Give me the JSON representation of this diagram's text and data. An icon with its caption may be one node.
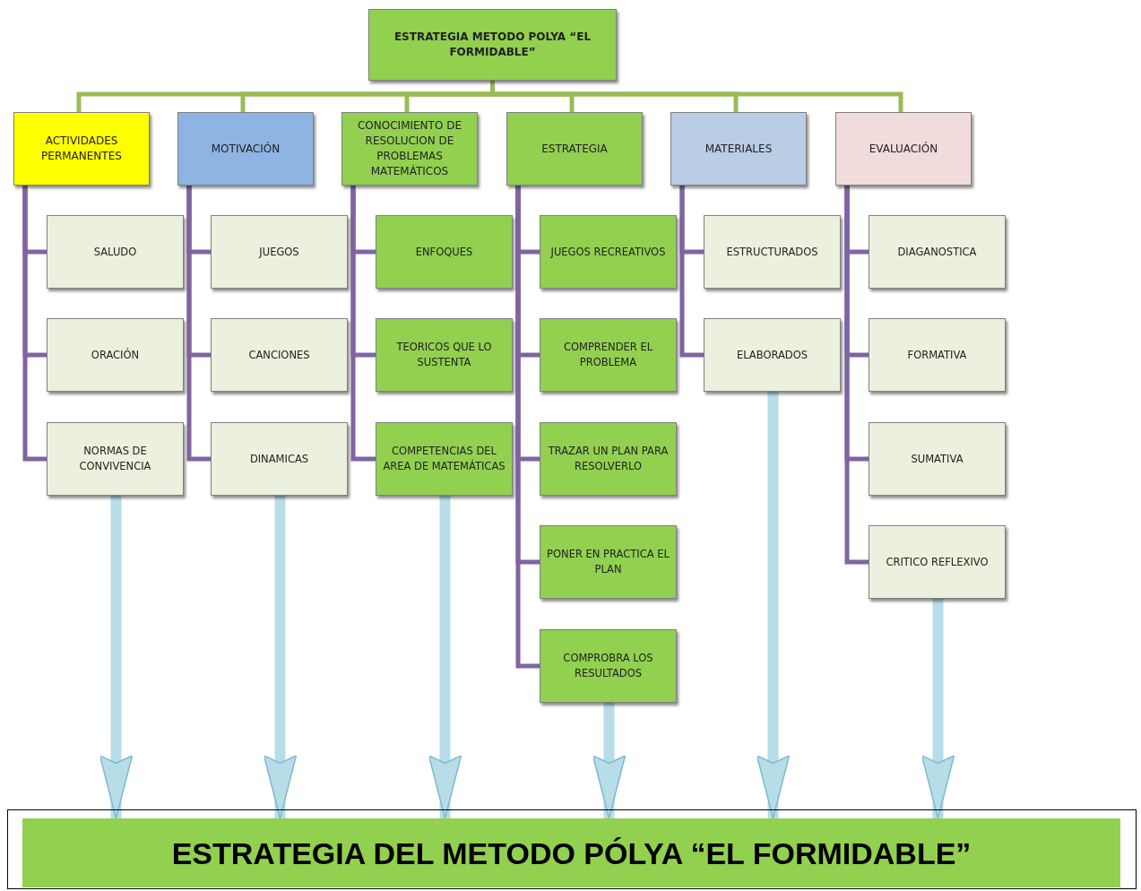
{
  "diagram": {
    "nodes": [
      {
        "text": [
          "ESTRATEGIA METODO POLYA “EL FORMIDABLE”"
        ]
      },
      {
        "text": [
          "ACTIVIDADES PERMANENTES"
        ]
      },
      {
        "text": [
          "MOTIVACIÓN"
        ]
      },
      {
        "text": [
          "CONOCIMIENTO DE RESOLUCION DE PROBLEMAS MATEMÁTICOS"
        ]
      },
      {
        "text": [
          "ESTRATEGIA"
        ]
      },
      {
        "text": [
          "MATERIALES"
        ]
      },
      {
        "text": [
          "EVALUACIÓN"
        ]
      },
      {
        "text": [
          "SALUDO"
        ]
      },
      {
        "text": [
          "ORACIÓN"
        ]
      },
      {
        "text": [
          "NORMAS DE CONVIVENCIA"
        ]
      },
      {
        "text": [
          "JUEGOS"
        ]
      },
      {
        "text": [
          "CANCIONES"
        ]
      },
      {
        "text": [
          "DINAMICAS"
        ]
      },
      {
        "text": [
          "ENFOQUES"
        ]
      },
      {
        "text": [
          "TEORICOS QUE LO SUSTENTA"
        ]
      },
      {
        "text": [
          "COMPETENCIAS DEL AREA DE MATEMÁTICAS"
        ]
      },
      {
        "text": [
          "JUEGOS RECREATIVOS"
        ]
      },
      {
        "text": [
          "COMPRENDER EL PROBLEMA"
        ]
      },
      {
        "text": [
          "TRAZAR UN PLAN PARA RESOLVERLO"
        ]
      },
      {
        "text": [
          "PONER EN PRACTICA EL PLAN"
        ]
      },
      {
        "text": [
          "COMPROBRA LOS RESULTADOS"
        ]
      },
      {
        "text": [
          "ESTRUCTURADOS"
        ]
      },
      {
        "text": [
          "ELABORADOS"
        ]
      },
      {
        "text": [
          "DIAGANOSTICA"
        ]
      },
      {
        "text": [
          "FORMATIVA"
        ]
      },
      {
        "text": [
          "SUMATIVA"
        ]
      },
      {
        "text": [
          "CRITICO REFLEXIVO"
        ]
      },
      {
        "text": [
          "ESTRATEGIA DEL METODO PÓLYA “EL FORMIDABLE”"
        ]
      }
    ],
    "edges": [
      {
        "from": 0,
        "to": 1,
        "arrow": "none",
        "color": "#9bbb59"
      },
      {
        "from": 0,
        "to": 2,
        "arrow": "none",
        "color": "#9bbb59"
      },
      {
        "from": 0,
        "to": 3,
        "arrow": "none",
        "color": "#9bbb59"
      },
      {
        "from": 0,
        "to": 4,
        "arrow": "none",
        "color": "#9bbb59"
      },
      {
        "from": 0,
        "to": 5,
        "arrow": "none",
        "color": "#9bbb59"
      },
      {
        "from": 0,
        "to": 6,
        "arrow": "none",
        "color": "#9bbb59"
      },
      {
        "from": 1,
        "to": 7,
        "arrow": "none"
      },
      {
        "from": 1,
        "to": 8,
        "arrow": "none"
      },
      {
        "from": 1,
        "to": 9,
        "arrow": "none"
      },
      {
        "from": 2,
        "to": 10,
        "arrow": "none"
      },
      {
        "from": 2,
        "to": 11,
        "arrow": "none"
      },
      {
        "from": 2,
        "to": 12,
        "arrow": "none"
      },
      {
        "from": 3,
        "to": 13,
        "arrow": "none"
      },
      {
        "from": 3,
        "to": 14,
        "arrow": "none"
      },
      {
        "from": 3,
        "to": 15,
        "arrow": "none"
      },
      {
        "from": 4,
        "to": 16,
        "arrow": "none"
      },
      {
        "from": 4,
        "to": 17,
        "arrow": "none"
      },
      {
        "from": 4,
        "to": 18,
        "arrow": "none"
      },
      {
        "from": 4,
        "to": 19,
        "arrow": "none"
      },
      {
        "from": 4,
        "to": 20,
        "arrow": "none"
      },
      {
        "from": 5,
        "to": 21,
        "arrow": "none"
      },
      {
        "from": 5,
        "to": 22,
        "arrow": "none"
      },
      {
        "from": 6,
        "to": 23,
        "arrow": "none"
      },
      {
        "from": 6,
        "to": 24,
        "arrow": "none"
      },
      {
        "from": 6,
        "to": 25,
        "arrow": "none"
      },
      {
        "from": 6,
        "to": 26,
        "arrow": "none"
      },
      {
        "from": 9,
        "to": 27,
        "arrow": "to",
        "style": "thick",
        "color": "#b7dde8"
      },
      {
        "from": 12,
        "to": 27,
        "arrow": "to",
        "style": "thick",
        "color": "#b7dde8"
      },
      {
        "from": 15,
        "to": 27,
        "arrow": "to",
        "style": "thick",
        "color": "#b7dde8"
      },
      {
        "from": 20,
        "to": 27,
        "arrow": "to",
        "style": "thick",
        "color": "#b7dde8"
      },
      {
        "from": 22,
        "to": 27,
        "arrow": "to",
        "style": "thick",
        "color": "#b7dde8"
      },
      {
        "from": 26,
        "to": 27,
        "arrow": "to",
        "style": "thick",
        "color": "#b7dde8"
      }
    ]
  }
}
